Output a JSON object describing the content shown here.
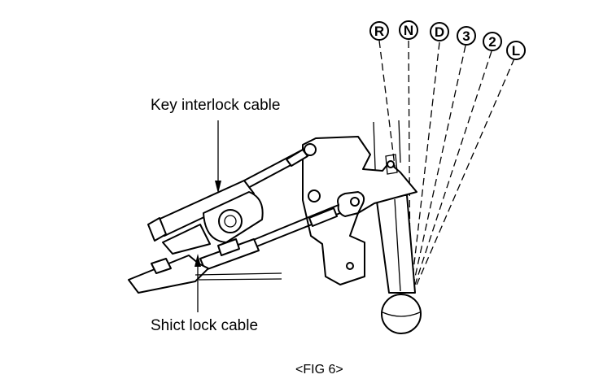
{
  "labels": {
    "key_interlock": "Key interlock cable",
    "shift_lock": "Shict lock cable",
    "figure": "<FIG 6>"
  },
  "gear_positions": [
    "R",
    "N",
    "D",
    "3",
    "2",
    "L"
  ],
  "colors": {
    "ink": "#000000",
    "paper": "#ffffff"
  }
}
